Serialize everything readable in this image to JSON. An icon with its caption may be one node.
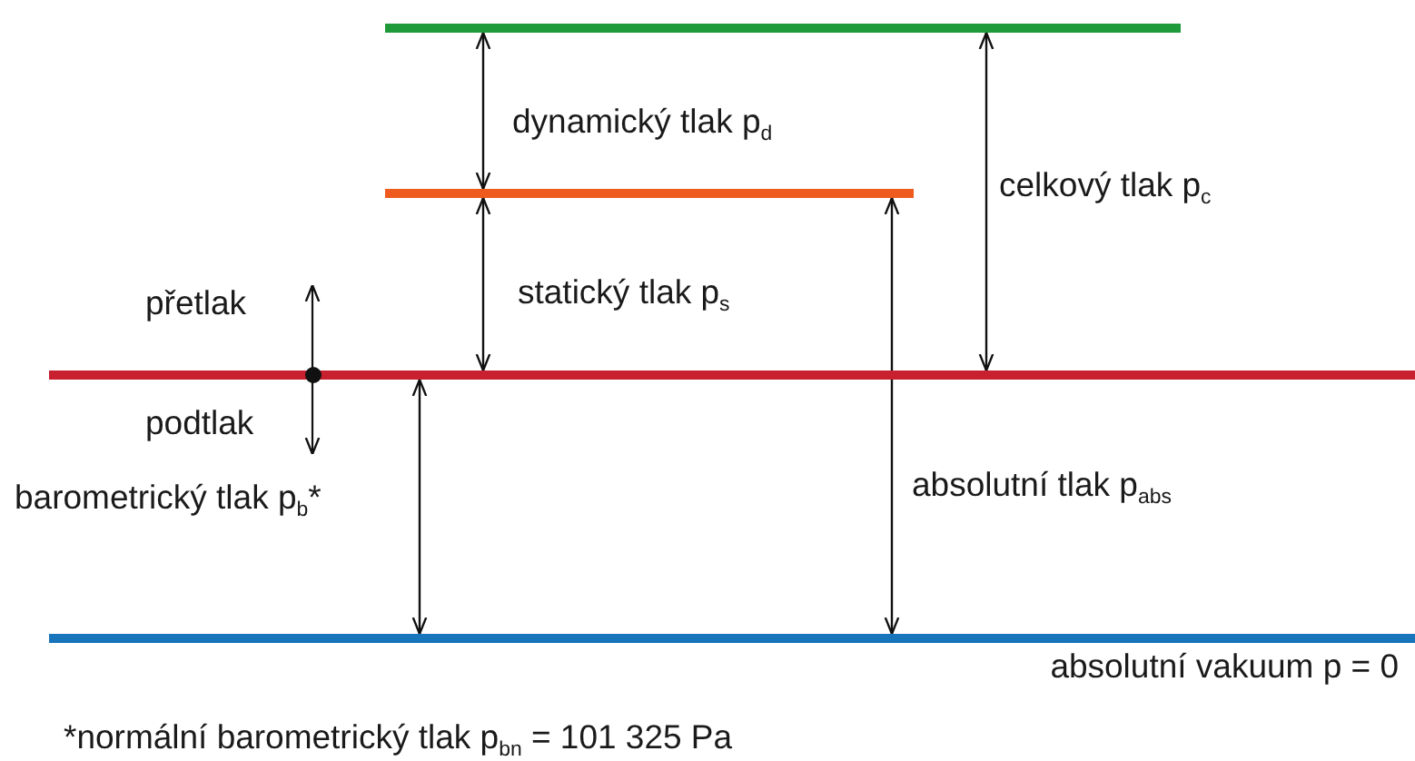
{
  "diagram": {
    "nodes": [
      {
        "text": [],
        "shape": "bar"
      },
      {
        "text": [],
        "shape": "bar"
      },
      {
        "text": [],
        "shape": "bar"
      },
      {
        "text": [],
        "shape": "bar",
        "beside": [
          "absolutní vakuum p = 0"
        ]
      }
    ],
    "edges": [
      {
        "from": 0,
        "to": 1,
        "arrow": "both",
        "label": "dynamický tlak p$_{d}$"
      },
      {
        "from": 1,
        "to": 2,
        "arrow": "both",
        "label": "statický tlak p$_{s}$"
      },
      {
        "from": 0,
        "to": 2,
        "arrow": "both",
        "label": "celkový tlak p$_{c}$"
      },
      {
        "from": 1,
        "to": 3,
        "arrow": "both",
        "label": "absolutní tlak p$_{abs}$"
      },
      {
        "from": 2,
        "to": 3,
        "arrow": "both",
        "label": "barometrický tlak p$_{b}$*"
      }
    ],
    "labels": [
      "přetlak",
      "podtlak",
      "*normální barometrický tlak p$_{bn}$ = 101 325 Pa"
    ]
  }
}
